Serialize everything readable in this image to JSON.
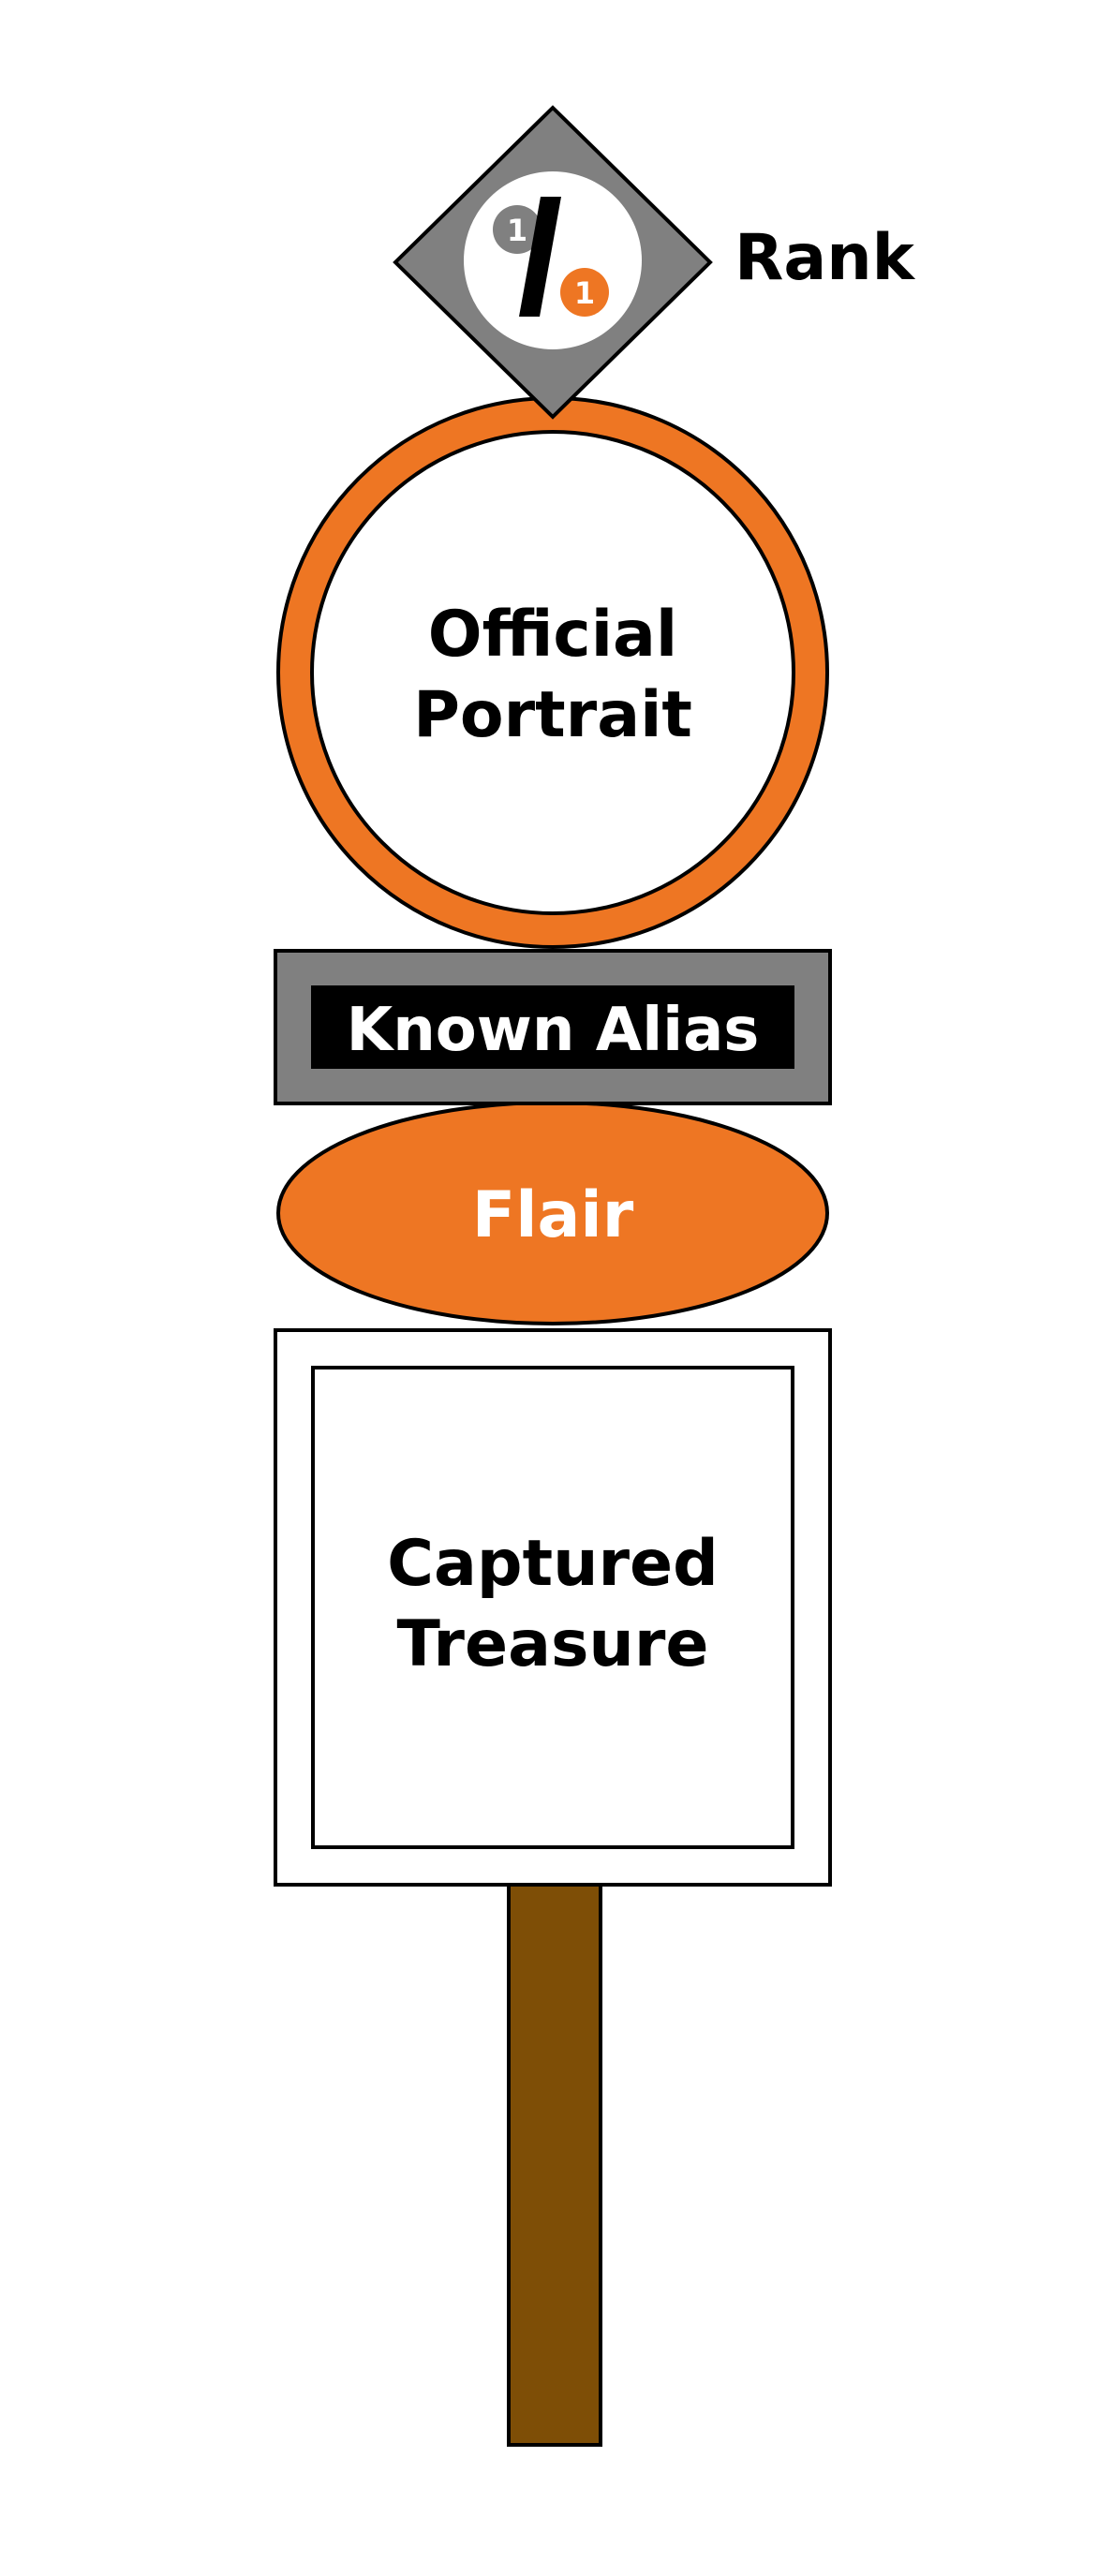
{
  "labels": {
    "rank": "Rank",
    "portrait_line1": "Official",
    "portrait_line2": "Portrait",
    "alias": "Known Alias",
    "flair": "Flair",
    "treasure_line1": "Captured",
    "treasure_line2": "Treasure"
  },
  "rank_badge": {
    "numerator": "1",
    "denominator": "1",
    "symbol": "/"
  },
  "colors": {
    "orange": "#ee7623",
    "gray": "#808080",
    "black": "#000000",
    "white": "#ffffff",
    "pole_brown": "#7e4e06"
  },
  "icons": {
    "rank_badge": "fraction-one-over-one-icon"
  }
}
